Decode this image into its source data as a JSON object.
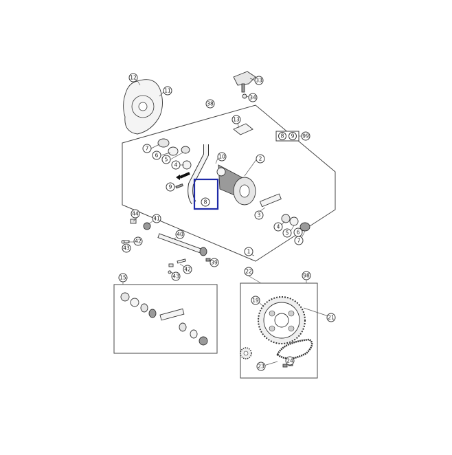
{
  "diagram": {
    "highlight_color": "#1f2aa8",
    "highlighted_part": "8",
    "callouts": {
      "c12": "12",
      "c11": "11",
      "c33": "33",
      "c34": "34",
      "c38": "38",
      "c13": "13",
      "c8a": "8",
      "c9a": "9",
      "c99": "99",
      "c7": "7",
      "c6": "6",
      "c5": "5",
      "c4": "4",
      "c10": "10",
      "c2": "2",
      "c9": "9",
      "c8": "8",
      "c3": "3",
      "c4b": "4",
      "c5b": "5",
      "c6b": "6",
      "c7b": "7",
      "c1": "1",
      "c44": "44",
      "c41": "41",
      "c40": "40",
      "c42": "42",
      "c43": "43",
      "c39": "39",
      "c42b": "42",
      "c43b": "43",
      "c15": "15",
      "c22": "22",
      "c98": "98",
      "c19": "19",
      "c21": "21",
      "c23": "23",
      "c24": "24"
    }
  }
}
